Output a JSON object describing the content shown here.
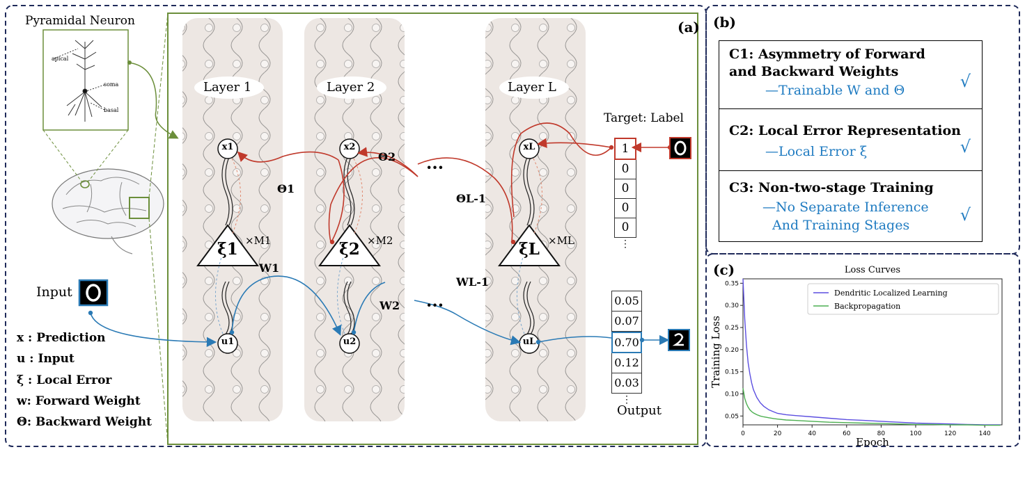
{
  "panel_a": {
    "label": "(a)",
    "pyramidal_title": "Pyramidal Neuron",
    "neuron_labels": {
      "apical": "apical",
      "soma": "soma",
      "basal": "basal"
    },
    "input_label": "Input",
    "legend": [
      {
        "symbol": "x",
        "text": " : Prediction"
      },
      {
        "symbol": "u",
        "text": " : Input"
      },
      {
        "symbol": "ξ",
        "text": " : Local Error"
      },
      {
        "symbol": "w",
        "text": ": Forward Weight"
      },
      {
        "symbol": "Θ",
        "text": ": Backward Weight"
      }
    ],
    "layers": [
      {
        "name": "Layer 1",
        "x": "x1",
        "u": "u1",
        "xi": "ξ1",
        "mult": "×M1"
      },
      {
        "name": "Layer 2",
        "x": "x2",
        "u": "u2",
        "xi": "ξ2",
        "mult": "×M2"
      },
      {
        "name": "Layer L",
        "x": "xL",
        "u": "uL",
        "xi": "ξL",
        "mult": "×ML"
      }
    ],
    "theta_labels": [
      "Θ1",
      "Θ2",
      "ΘL-1"
    ],
    "w_labels": [
      "W1",
      "W2",
      "WL-1"
    ],
    "ellipsis": "···",
    "target_title": "Target: Label",
    "target_values": [
      "1",
      "0",
      "0",
      "0",
      "0"
    ],
    "output_values": [
      "0.05",
      "0.07",
      "0.70",
      "0.12",
      "0.03"
    ],
    "output_title": "Output",
    "vdots": "⋮",
    "colors": {
      "green": "#6b8e3a",
      "red": "#c0392b",
      "blue": "#2a7ab5",
      "navy": "#1f2a5a"
    }
  },
  "panel_b": {
    "label": "(b)",
    "criteria": [
      {
        "title_l1": "C1: Asymmetry of Forward",
        "title_l2": "and Backward Weights",
        "desc_l1": "—Trainable W and Θ",
        "desc_l2": "",
        "check": "√"
      },
      {
        "title_l1": "C2: Local Error Representation",
        "title_l2": "",
        "desc_l1": "—Local Error  ξ",
        "desc_l2": "",
        "check": "√"
      },
      {
        "title_l1": "C3: Non-two-stage Training",
        "title_l2": "",
        "desc_l1": "—No Separate Inference",
        "desc_l2": "And Training Stages",
        "check": "√"
      }
    ]
  },
  "panel_c": {
    "label": "(c)"
  },
  "chart_data": {
    "type": "line",
    "title": "Loss Curves",
    "xlabel": "Epoch",
    "ylabel": "Training Loss",
    "xlim": [
      0,
      150
    ],
    "ylim": [
      0.03,
      0.36
    ],
    "xticks": [
      0,
      20,
      40,
      60,
      80,
      100,
      120,
      140
    ],
    "yticks": [
      0.05,
      0.1,
      0.15,
      0.2,
      0.25,
      0.3,
      0.35
    ],
    "legend_position": "top-right",
    "grid": false,
    "series": [
      {
        "name": "Dendritic Localized Learning",
        "color": "#5b4ee0",
        "x": [
          0,
          1,
          2,
          3,
          4,
          5,
          6,
          8,
          10,
          12,
          15,
          18,
          20,
          25,
          30,
          40,
          50,
          60,
          70,
          80,
          90,
          100,
          110,
          120,
          130,
          140,
          149
        ],
        "y": [
          0.36,
          0.27,
          0.21,
          0.17,
          0.145,
          0.125,
          0.11,
          0.092,
          0.08,
          0.072,
          0.064,
          0.059,
          0.056,
          0.053,
          0.051,
          0.048,
          0.045,
          0.042,
          0.04,
          0.038,
          0.036,
          0.034,
          0.033,
          0.032,
          0.031,
          0.03,
          0.03
        ]
      },
      {
        "name": "Backpropagation",
        "color": "#4caf50",
        "x": [
          0,
          1,
          2,
          3,
          4,
          5,
          6,
          8,
          10,
          12,
          15,
          18,
          20,
          25,
          30,
          40,
          50,
          60,
          70,
          80,
          90,
          100,
          110,
          120,
          130,
          140,
          149
        ],
        "y": [
          0.113,
          0.09,
          0.078,
          0.07,
          0.064,
          0.06,
          0.057,
          0.053,
          0.05,
          0.048,
          0.046,
          0.044,
          0.043,
          0.041,
          0.04,
          0.038,
          0.036,
          0.035,
          0.034,
          0.033,
          0.032,
          0.031,
          0.031,
          0.03,
          0.03,
          0.029,
          0.029
        ]
      }
    ]
  }
}
